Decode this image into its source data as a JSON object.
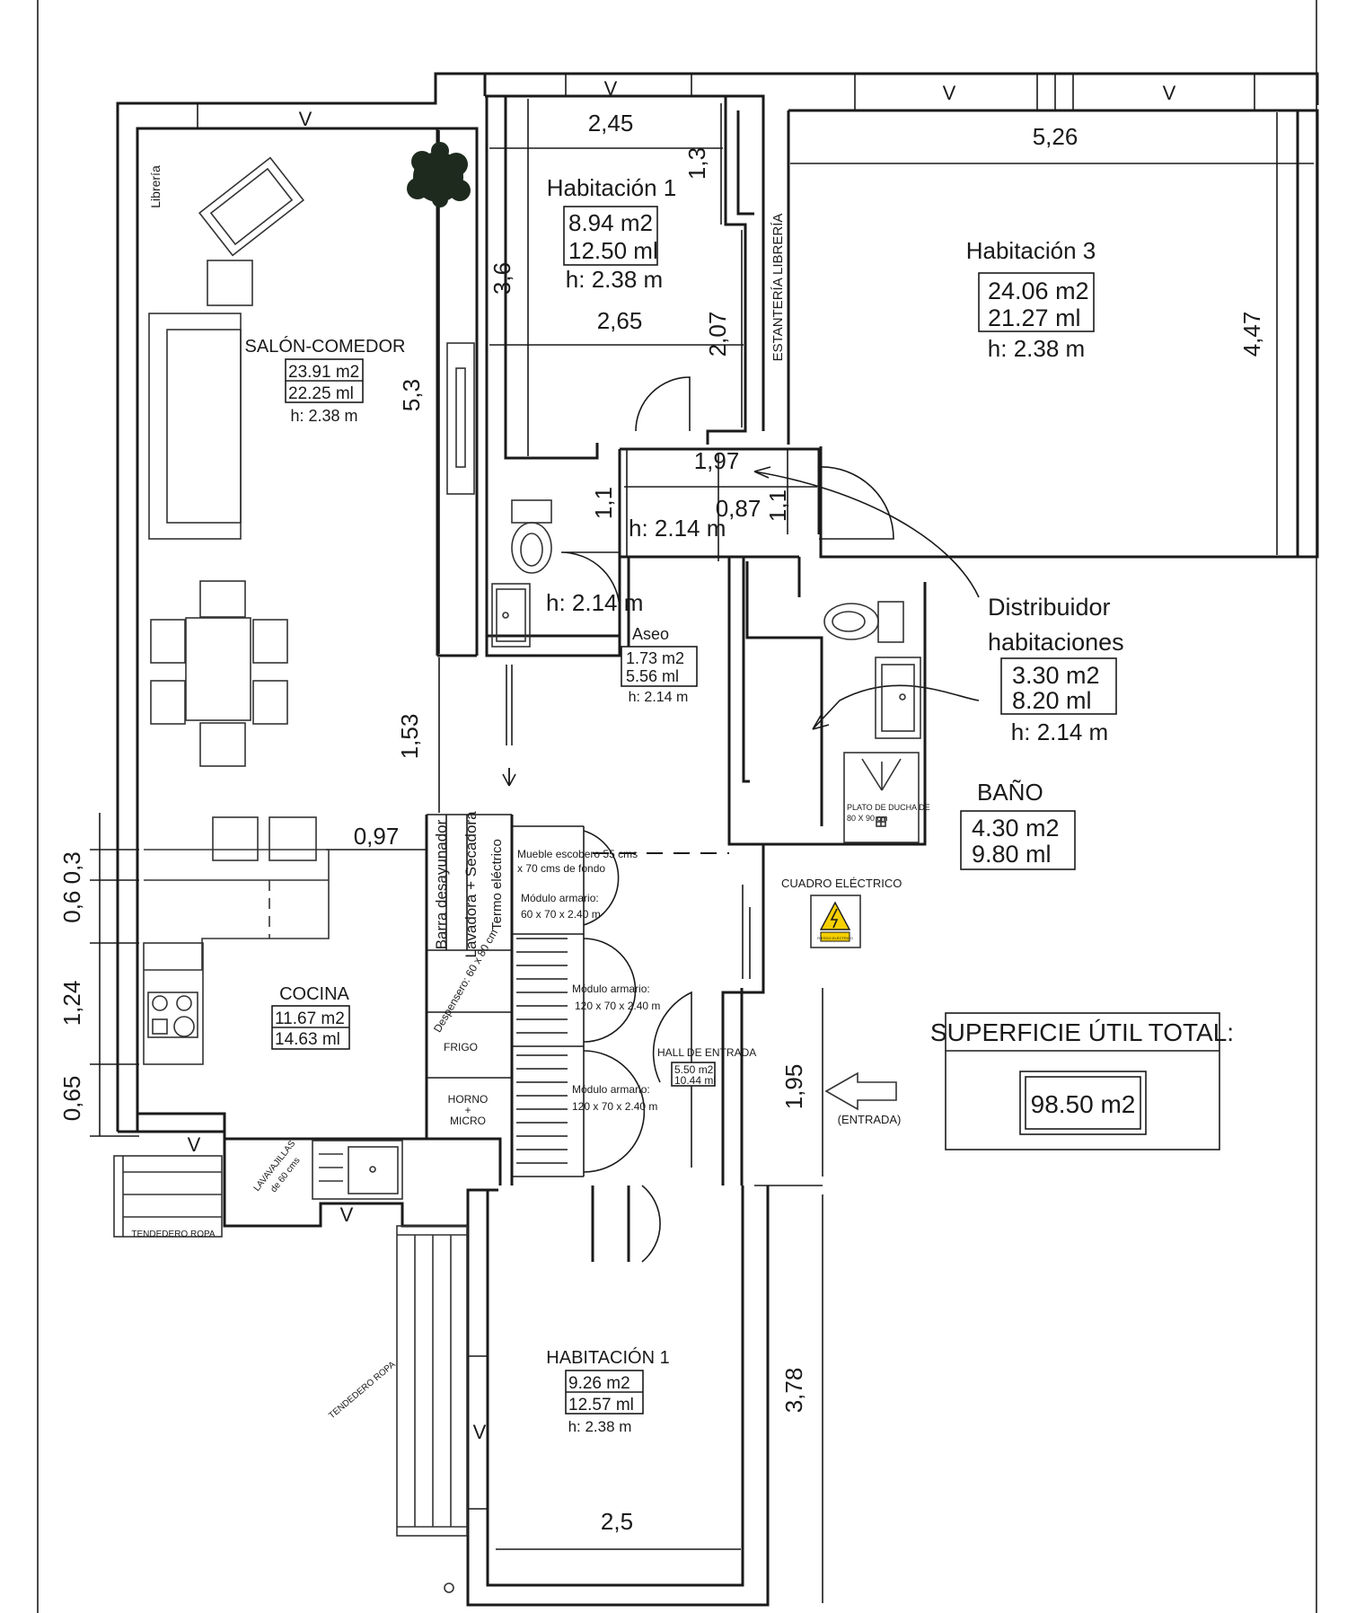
{
  "rooms": {
    "salon": {
      "name": "SALÓN-COMEDOR",
      "area": "23.91 m2",
      "perimeter": "22.25 ml",
      "height": "h: 2.38 m"
    },
    "hab1_top": {
      "name": "Habitación 1",
      "area": "8.94 m2",
      "perimeter": "12.50 ml",
      "height": "h: 2.38 m"
    },
    "hab3": {
      "name": "Habitación 3",
      "area": "24.06 m2",
      "perimeter": "21.27 ml",
      "height": "h: 2.38 m"
    },
    "distribuidor": {
      "name_line1": "Distribuidor",
      "name_line2": "habitaciones",
      "area": "3.30 m2",
      "perimeter": "8.20 ml",
      "height": "h: 2.14 m"
    },
    "aseo": {
      "name": "Aseo",
      "area": "1.73 m2",
      "perimeter": "5.56 ml",
      "height": "h: 2.14 m"
    },
    "bano": {
      "name": "BAÑO",
      "area": "4.30 m2",
      "perimeter": "9.80 ml"
    },
    "cocina": {
      "name": "COCINA",
      "area": "11.67 m2",
      "perimeter": "14.63 ml"
    },
    "hall": {
      "name": "HALL DE ENTRADA",
      "area": "5.50 m2",
      "perimeter": "10.44 ml"
    },
    "hab1_bottom": {
      "name": "HABITACIÓN 1",
      "area": "9.26 m2",
      "perimeter": "12.57 ml",
      "height": "h: 2.38 m"
    }
  },
  "extra_heights": {
    "distribuidor_upper": "h: 2.14 m",
    "aseo_upper": "h: 2.14 m"
  },
  "dimensions": {
    "d245": "2,45",
    "d13": "1,3",
    "d36": "3,6",
    "d265": "2,65",
    "d207": "2,07",
    "d526": "5,26",
    "d447": "4,47",
    "d53": "5,3",
    "d197": "1,97",
    "d087": "0,87",
    "d11a": "1,1",
    "d11b": "1,1",
    "d153": "1,53",
    "d097": "0,97",
    "d06_03": "0,6 0,3",
    "d124": "1,24",
    "d065": "0,65",
    "d195": "1,95",
    "d378": "3,78",
    "d25": "2,5"
  },
  "window_mark": "V",
  "labels": {
    "libreria": "Librería",
    "estanteria": "ESTANTERÍA LIBRERÍA",
    "barra": "Barra desayunador",
    "lavadora": "Lavadora + Secadora",
    "termo": "Termo eléctrico",
    "despensero": "Despensero: 60 x 80 cm",
    "frigo": "FRIGO",
    "horno_1": "HORNO",
    "horno_2": "+",
    "horno_3": "MICRO",
    "escobero_1": "Mueble escobero 55 cms",
    "escobero_2": "x 70 cms de fondo",
    "armario1_1": "Módulo armario:",
    "armario1_2": "60 x 70 x 2.40 m",
    "armario2_1": "Módulo armario:",
    "armario2_2": "120 x 70 x 2.40 m",
    "armario3_1": "Módulo armario:",
    "armario3_2": "120 x 70 x 2.40 m",
    "cuadro": "CUADRO ELÉCTRICO",
    "plato_1": "PLATO DE DUCHA DE",
    "plato_2": "80 X 90 cm",
    "lavavajillas_1": "LAVAVAJILLAS",
    "lavavajillas_2": "de 60 cms",
    "tendedero_1": "TENDEDERO ROPA",
    "tendedero_2": "TENDEDERO ROPA",
    "entrada": "(ENTRADA)",
    "riesgo": "RIESGO ELÉCTRICO"
  },
  "total": {
    "title": "SUPERFICIE ÚTIL TOTAL:",
    "value": "98.50 m2"
  },
  "colors": {
    "line": "#1a1a1a",
    "warning_yellow": "#f5d000",
    "plant": "#1e2a1e"
  }
}
